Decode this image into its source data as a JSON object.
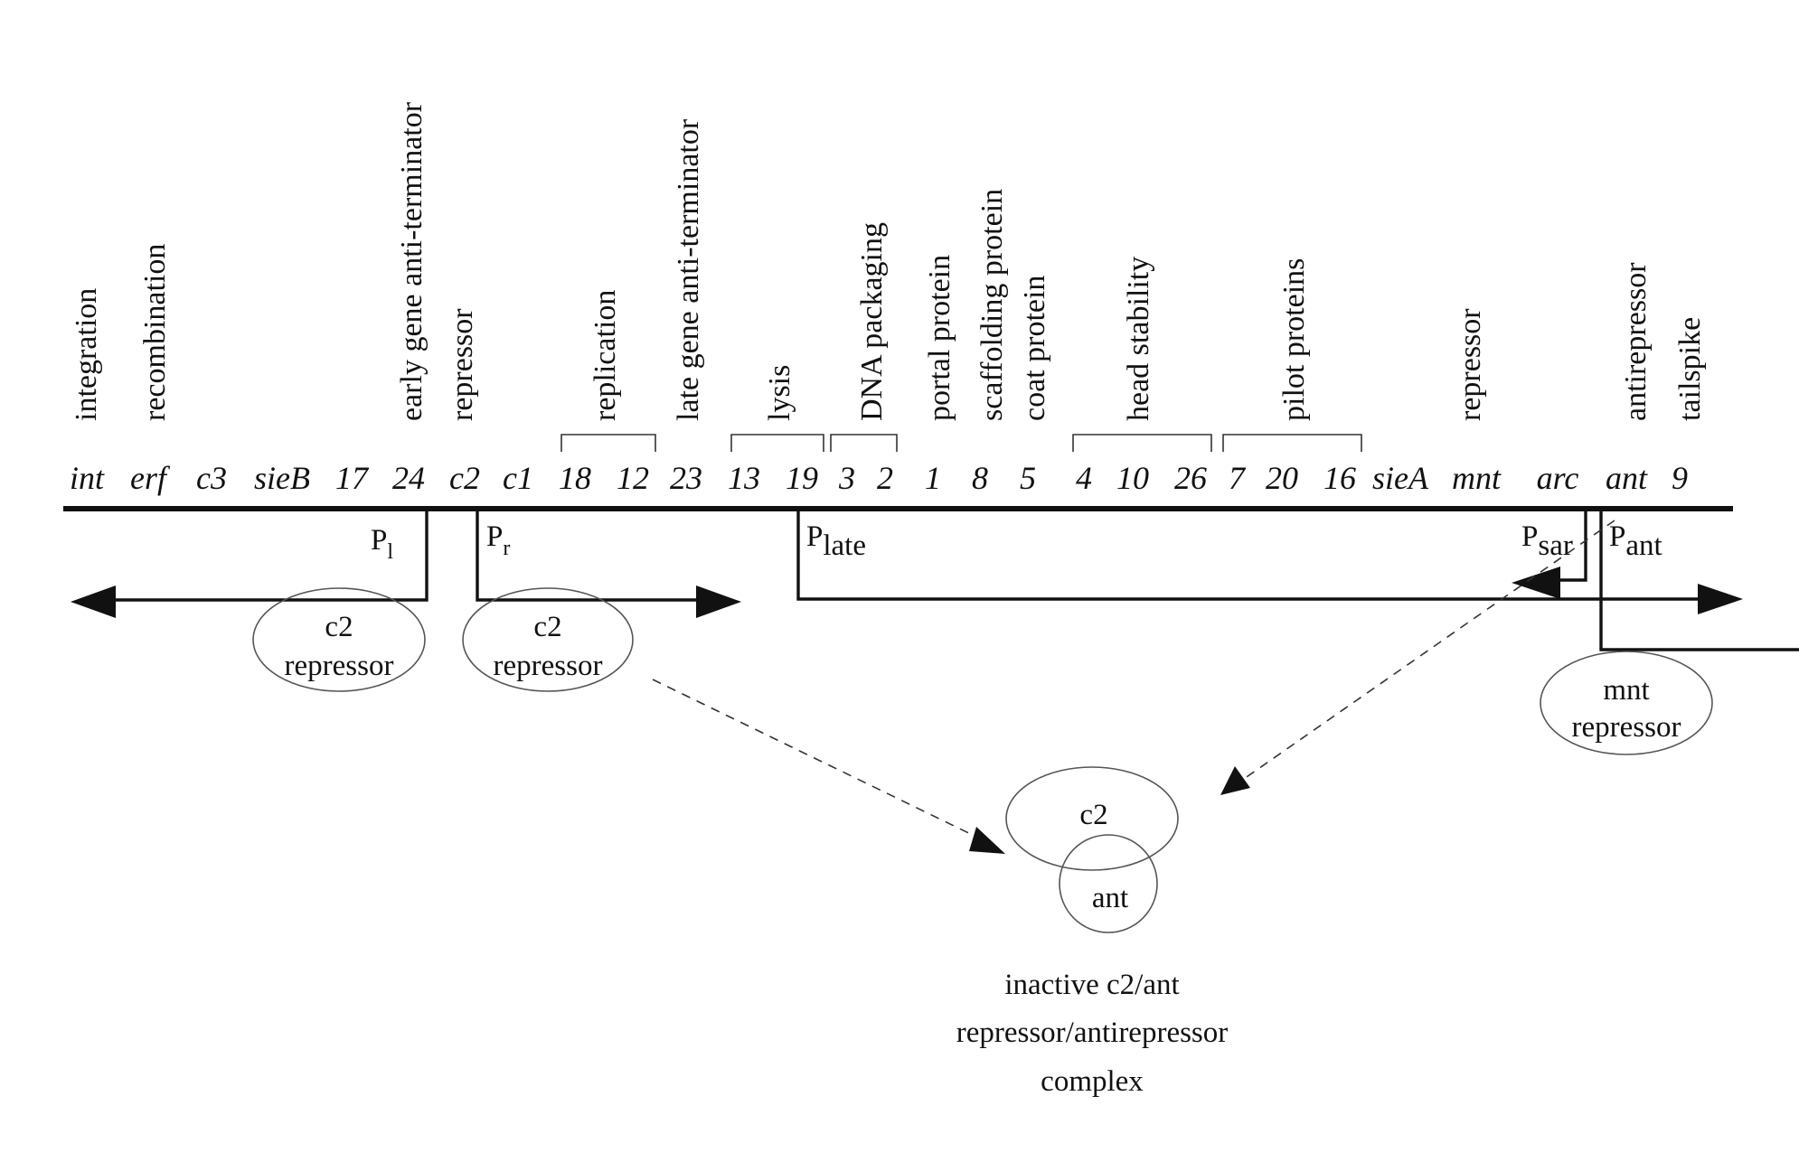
{
  "functions": [
    {
      "id": "integration",
      "text": "integration"
    },
    {
      "id": "recombination",
      "text": "recombination"
    },
    {
      "id": "early-anti",
      "text": "early gene anti-terminator"
    },
    {
      "id": "repressor-c2",
      "text": "repressor"
    },
    {
      "id": "replication",
      "text": "replication"
    },
    {
      "id": "late-anti",
      "text": "late gene anti-terminator"
    },
    {
      "id": "lysis",
      "text": "lysis"
    },
    {
      "id": "dna-packaging",
      "text": "DNA packaging"
    },
    {
      "id": "portal",
      "text": "portal protein"
    },
    {
      "id": "scaffolding",
      "text": "scaffolding protein"
    },
    {
      "id": "coat",
      "text": "coat protein"
    },
    {
      "id": "head-stability",
      "text": "head stability"
    },
    {
      "id": "pilot",
      "text": "pilot proteins"
    },
    {
      "id": "repressor-mnt",
      "text": "repressor"
    },
    {
      "id": "antirepressor",
      "text": "antirepressor"
    },
    {
      "id": "tailspike",
      "text": "tailspike"
    }
  ],
  "genes": [
    "int",
    "erf",
    "c3",
    "sieB",
    "17",
    "24",
    "c2",
    "c1",
    "18",
    "12",
    "23",
    "13",
    "19",
    "3",
    "2",
    "1",
    "8",
    "5",
    "4",
    "10",
    "26",
    "7",
    "20",
    "16",
    "sieA",
    "mnt",
    "arc",
    "ant",
    "9"
  ],
  "promoters": {
    "pl": {
      "main": "P",
      "sub": "l"
    },
    "pr": {
      "main": "P",
      "sub": "r"
    },
    "plate": {
      "main": "P",
      "sub": "late"
    },
    "psar": {
      "main": "P",
      "sub": "sar"
    },
    "pant": {
      "main": "P",
      "sub": "ant"
    }
  },
  "proteins": {
    "c2_left": [
      "c2",
      "repressor"
    ],
    "c2_right": [
      "c2",
      "repressor"
    ],
    "mnt": [
      "mnt",
      "repressor"
    ],
    "complex_c2": "c2",
    "complex_ant": "ant"
  },
  "caption": [
    "inactive c2/ant",
    "repressor/antirepressor",
    "complex"
  ]
}
